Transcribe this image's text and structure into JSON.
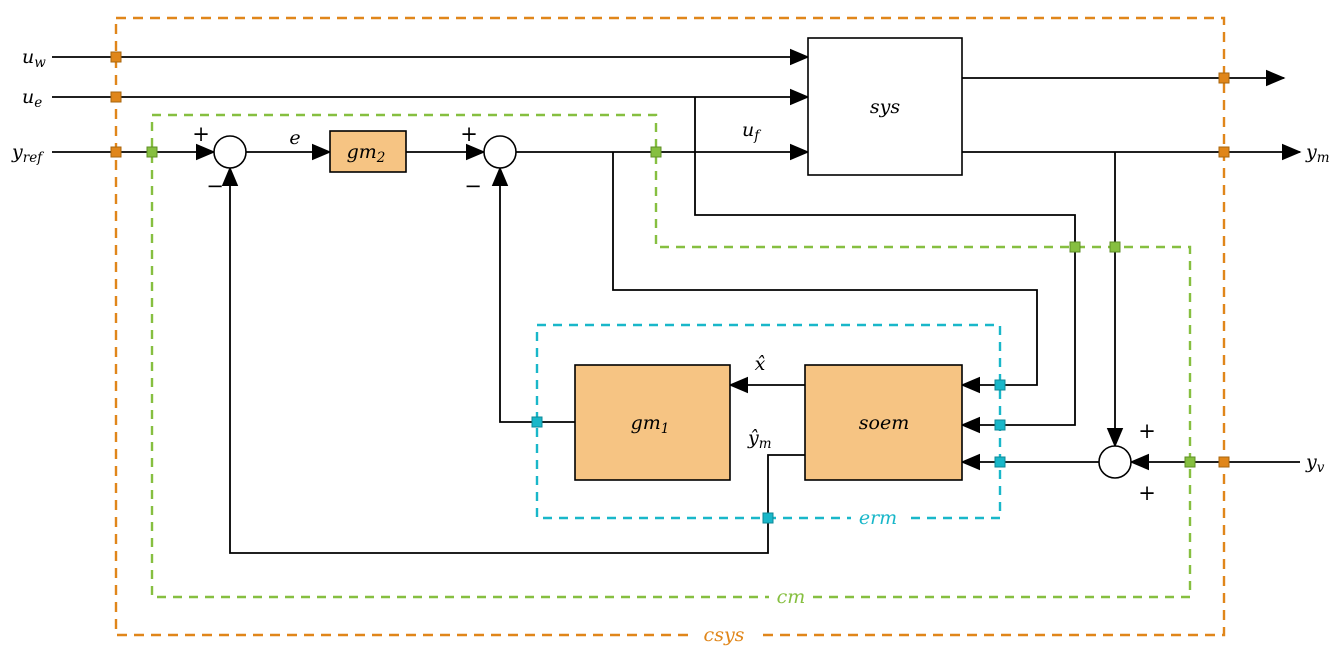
{
  "colors": {
    "background": "#ffffff",
    "line": "#000000",
    "block_fill": "#f6c483",
    "block_stroke": "#000000",
    "csys_color": "#e0861a",
    "cm_color": "#86bf40",
    "erm_color": "#19b7c9"
  },
  "boundaries": {
    "csys": {
      "label": "csys"
    },
    "cm": {
      "label": "cm"
    },
    "erm": {
      "label": "erm"
    }
  },
  "blocks": {
    "sys": {
      "label": "sys"
    },
    "gm2": {
      "base": "gm",
      "sub": "2"
    },
    "gm1": {
      "base": "gm",
      "sub": "1"
    },
    "soem": {
      "label": "soem"
    }
  },
  "signals": {
    "u_w": {
      "base": "u",
      "sub": "w"
    },
    "u_e": {
      "base": "u",
      "sub": "e"
    },
    "y_ref": {
      "base": "y",
      "sub": "ref"
    },
    "e": {
      "label": "e"
    },
    "u_f": {
      "base": "u",
      "sub": "f"
    },
    "x_hat": {
      "label": "x̂"
    },
    "y_hat_m": {
      "base": "ŷ",
      "sub": "m"
    },
    "y_m": {
      "base": "y",
      "sub": "m"
    },
    "y_v": {
      "base": "y",
      "sub": "v"
    }
  },
  "signs": {
    "plus": "+",
    "minus": "−"
  }
}
